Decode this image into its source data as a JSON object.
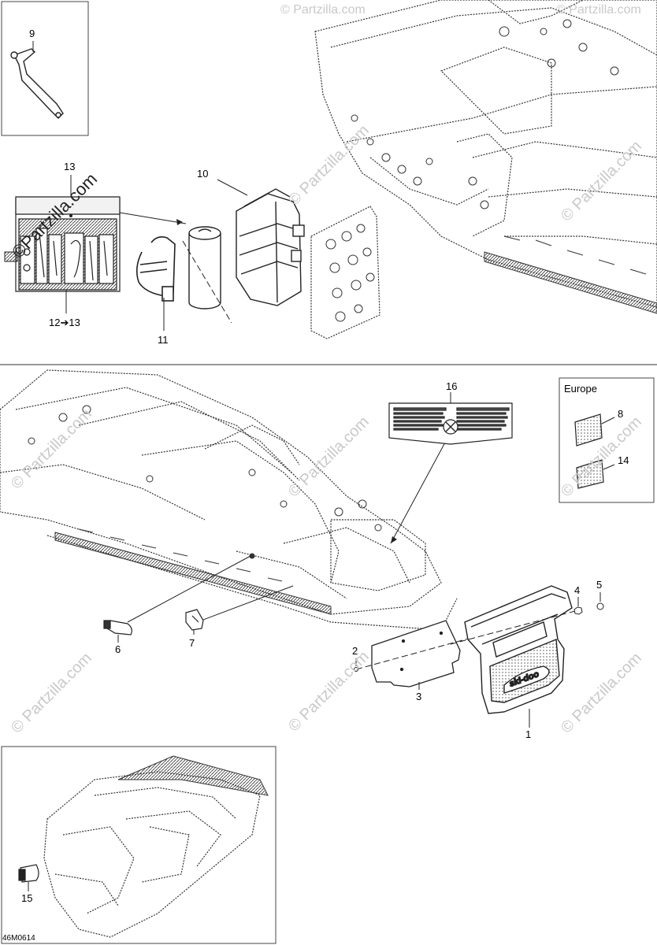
{
  "diagram": {
    "drawing_code": "46M0614",
    "europe_label": "Europe",
    "callouts": {
      "c1": "1",
      "c2": "2",
      "c3": "3",
      "c4": "4",
      "c5": "5",
      "c6": "6",
      "c7": "7",
      "c8": "8",
      "c9": "9",
      "c10": "10",
      "c11": "11",
      "c12_13": "12➔13",
      "c13": "13",
      "c14": "14",
      "c15": "15",
      "c16": "16"
    },
    "watermark": "© Partzilla.com",
    "watermark_main": "©Partzilla.com",
    "colors": {
      "line": "#222222",
      "dotted": "#333333",
      "watermark": "#c9c9c9"
    }
  }
}
